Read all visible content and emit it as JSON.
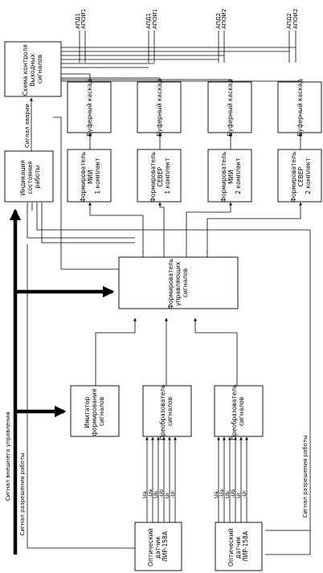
{
  "blocks": {
    "signal_combiner": [
      "Схема контроля",
      "Выходных",
      "сигналов"
    ],
    "buffer_1": "Буферный каскад",
    "buffer_2": "Буферный каскад",
    "buffer_3": "Буферный каскад",
    "buffer_4": "Буферный каскад",
    "status_indicator": [
      "Индикация",
      "состояния",
      "работы"
    ],
    "former_1": [
      "Формирователь",
      "МИИ",
      "1 комплект"
    ],
    "former_2": [
      "Формирователь",
      "СЕВЕР",
      "1 комплект"
    ],
    "former_3": [
      "Формирователь",
      "МИИ",
      "2 комплект"
    ],
    "former_4": [
      "Формирователь",
      "СЕВЕР",
      "2 комплект"
    ],
    "control_former": [
      "Формирователь",
      "управляющих",
      "сигналов"
    ],
    "imitator": [
      "Имитатор",
      "формирования",
      "сигналов"
    ],
    "converter_1": [
      "Преобразователь",
      "сигналов"
    ],
    "converter_2": [
      "Преобразователь",
      "сигналов"
    ],
    "sensor_1": [
      "Оптический",
      "датчик",
      "ЛИР-158А"
    ],
    "sensor_2": [
      "Оптический",
      "датчик",
      "ЛИР-158А"
    ]
  },
  "outputs": [
    [
      "АПД1",
      "АПОИ1"
    ],
    [
      "АПД1",
      "АПОИ1"
    ],
    [
      "АПД2",
      "АПОИ2"
    ],
    [
      "АПД2",
      "АПОИ2"
    ]
  ],
  "labels": {
    "alarm_signal": "Сигнал аварии",
    "external_control": "Сигнал внешнего управления",
    "enable_left": "Сигнал разрешения работы",
    "enable_right": "Сигнал разрешения работы"
  },
  "bus_signals": [
    "Ua",
    "-Ua",
    "Ub",
    "-Ub",
    "Ur",
    "-Ur"
  ]
}
